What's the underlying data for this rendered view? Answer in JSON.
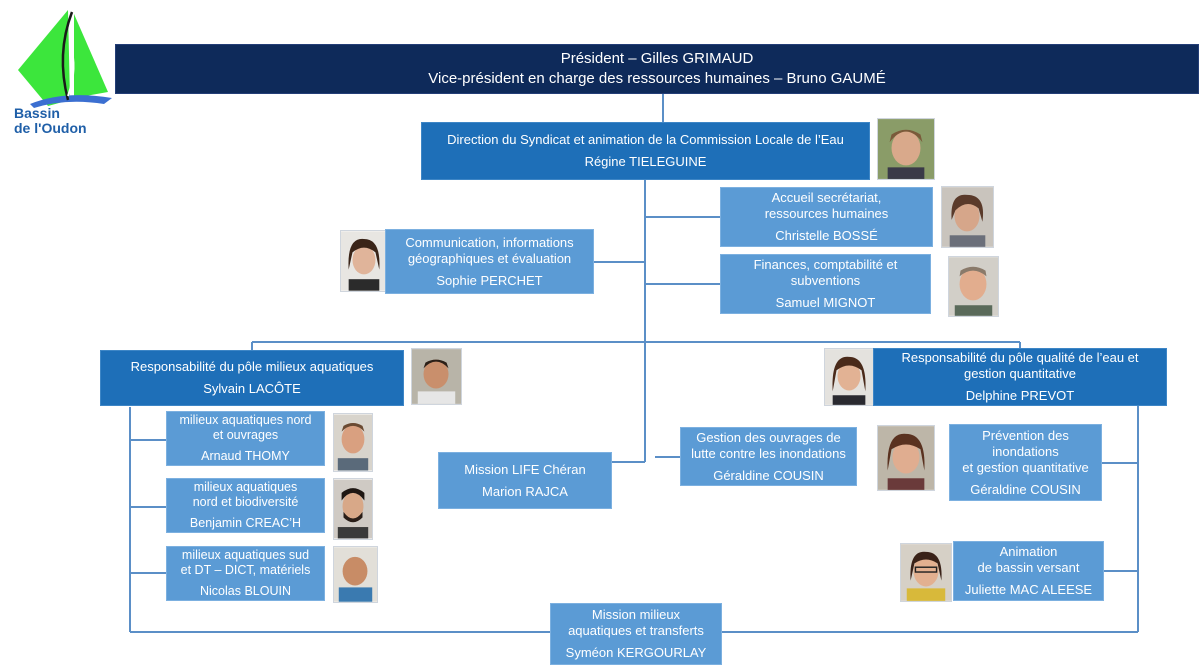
{
  "logo": {
    "line1": "Bassin",
    "line2": "de l'Oudon"
  },
  "president": {
    "line1": "Président – Gilles GRIMAUD",
    "line2": "Vice-président en charge des ressources humaines – Bruno GAUMÉ"
  },
  "direction": {
    "title": "Direction du Syndicat et animation de la Commission Locale de l’Eau",
    "name": "Régine TIELEGUINE"
  },
  "accueil": {
    "title_line1": "Accueil secrétariat,",
    "title_line2": "ressources humaines",
    "name": "Christelle BOSSÉ"
  },
  "communication": {
    "title_line1": "Communication, informations",
    "title_line2": "géographiques et évaluation",
    "name": "Sophie PERCHET"
  },
  "finances": {
    "title_line1": "Finances, comptabilité et",
    "title_line2": "subventions",
    "name": "Samuel MIGNOT"
  },
  "pole_milieux": {
    "title": "Responsabilité du pôle milieux aquatiques",
    "name": "Sylvain LACÔTE"
  },
  "pole_qualite": {
    "title_line1": "Responsabilité du pôle  qualité de l’eau et",
    "title_line2": "gestion quantitative",
    "name": "Delphine PREVOT"
  },
  "nord_ouvrages": {
    "title_line1": "milieux aquatiques nord",
    "title_line2": "et ouvrages",
    "name": "Arnaud THOMY"
  },
  "nord_biodiv": {
    "title_line1": "milieux aquatiques",
    "title_line2": "nord et biodiversité",
    "name": "Benjamin CREAC’H"
  },
  "sud_dt": {
    "title_line1": "milieux aquatiques sud",
    "title_line2": "et DT – DICT, matériels",
    "name": "Nicolas BLOUIN"
  },
  "life": {
    "title": "Mission LIFE Chéran",
    "name": "Marion RAJCA"
  },
  "gestion_ouvrages": {
    "title_line1": "Gestion des ouvrages de",
    "title_line2": "lutte contre les inondations",
    "name": "Géraldine COUSIN"
  },
  "prevention": {
    "title_line1": "Prévention des",
    "title_line2": "inondations",
    "title_line3": "et gestion quantitative",
    "name": "Géraldine COUSIN"
  },
  "animation": {
    "title_line1": "Animation",
    "title_line2": "de bassin versant",
    "name": "Juliette MAC ALEESE"
  },
  "mission_transferts": {
    "title_line1": "Mission milieux",
    "title_line2": "aquatiques et transferts",
    "name": "Syméon KERGOURLAY"
  },
  "colors": {
    "dark": "#0e2a5a",
    "mid": "#1e6fb8",
    "light": "#5b9bd5",
    "connector": "#5b8fc7",
    "logo_green": "#3ce63c",
    "logo_blue": "#1f5fa8"
  }
}
